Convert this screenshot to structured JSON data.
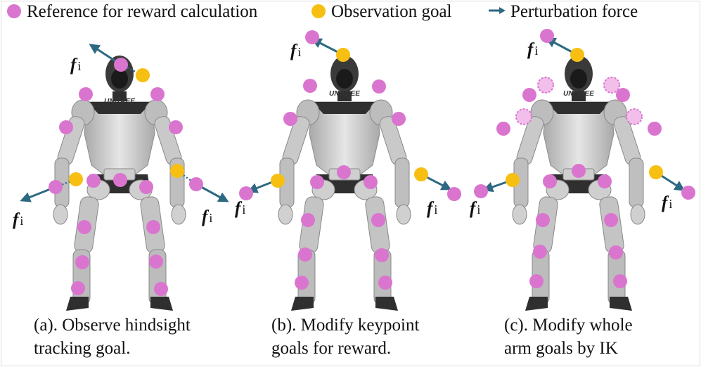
{
  "legend": {
    "reference_label": "Reference for reward calculation",
    "goal_label": "Observation goal",
    "force_label": "Perturbation force"
  },
  "colors": {
    "reference": "#da75cf",
    "goal": "#f7bf12",
    "force": "#2d6a82",
    "robot_body": "#c9c9c9",
    "robot_dark": "#3a3a3a"
  },
  "robot": {
    "logo_text": "UNITREE"
  },
  "force_label": {
    "symbol": "f",
    "subscript": "i"
  },
  "panels": [
    {
      "id": "a",
      "caption_lines": [
        "(a). Observe hindsight",
        "tracking goal."
      ]
    },
    {
      "id": "b",
      "caption_lines": [
        "(b). Modify keypoint",
        "goals for reward."
      ]
    },
    {
      "id": "c",
      "caption_lines": [
        "(c). Modify whole",
        "arm goals by IK"
      ]
    }
  ]
}
